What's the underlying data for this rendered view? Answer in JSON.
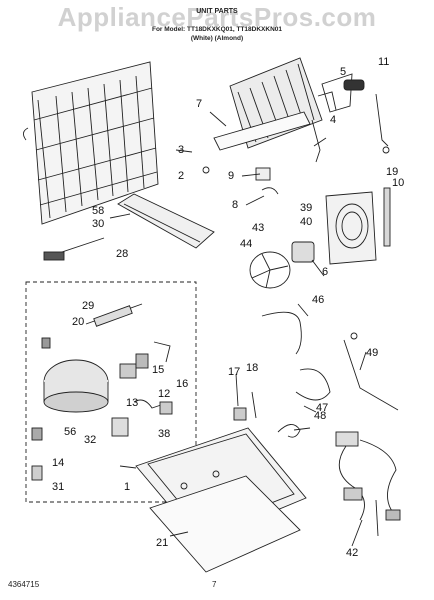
{
  "header": {
    "watermark": "AppliancePartsPros.com",
    "title": "UNIT PARTS",
    "model_line": "For Model: TT18DKXKQ01, TT18DKXKN01",
    "color_line": "(White)        (Almond)"
  },
  "callouts": [
    {
      "id": "c11",
      "label": "11"
    },
    {
      "id": "c5",
      "label": "5"
    },
    {
      "id": "c7",
      "label": "7"
    },
    {
      "id": "c4",
      "label": "4"
    },
    {
      "id": "c3",
      "label": "3"
    },
    {
      "id": "c2",
      "label": "2"
    },
    {
      "id": "c9",
      "label": "9"
    },
    {
      "id": "c19",
      "label": "19"
    },
    {
      "id": "c10",
      "label": "10"
    },
    {
      "id": "c8",
      "label": "8"
    },
    {
      "id": "c58",
      "label": "58"
    },
    {
      "id": "c30",
      "label": "30"
    },
    {
      "id": "c39",
      "label": "39"
    },
    {
      "id": "c43",
      "label": "43"
    },
    {
      "id": "c40",
      "label": "40"
    },
    {
      "id": "c44",
      "label": "44"
    },
    {
      "id": "c6",
      "label": "6"
    },
    {
      "id": "c28",
      "label": "28"
    },
    {
      "id": "c29",
      "label": "29"
    },
    {
      "id": "c20",
      "label": "20"
    },
    {
      "id": "c46",
      "label": "46"
    },
    {
      "id": "c15",
      "label": "15"
    },
    {
      "id": "c12",
      "label": "12"
    },
    {
      "id": "c16",
      "label": "16"
    },
    {
      "id": "c13",
      "label": "13"
    },
    {
      "id": "c18",
      "label": "18"
    },
    {
      "id": "c17",
      "label": "17"
    },
    {
      "id": "c49",
      "label": "49"
    },
    {
      "id": "c47",
      "label": "47"
    },
    {
      "id": "c56",
      "label": "56"
    },
    {
      "id": "c32",
      "label": "32"
    },
    {
      "id": "c38",
      "label": "38"
    },
    {
      "id": "c48",
      "label": "48"
    },
    {
      "id": "c14",
      "label": "14"
    },
    {
      "id": "c31",
      "label": "31"
    },
    {
      "id": "c1",
      "label": "1"
    },
    {
      "id": "c21",
      "label": "21"
    },
    {
      "id": "c42",
      "label": "42"
    }
  ],
  "footer": {
    "doc_number": "4364715",
    "page_number": "7"
  }
}
